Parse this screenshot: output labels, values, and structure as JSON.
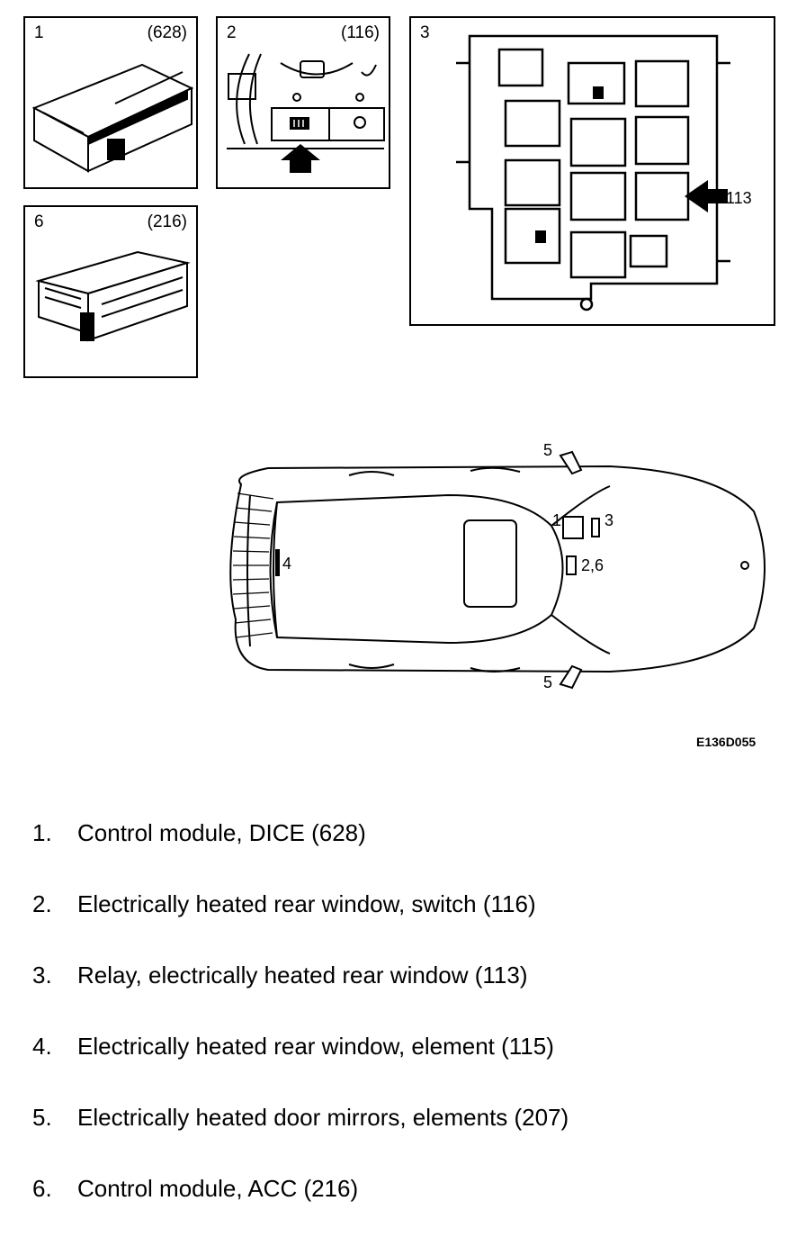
{
  "panels": [
    {
      "number": "1",
      "ref": "(628)"
    },
    {
      "number": "2",
      "ref": "(116)"
    },
    {
      "number": "3",
      "ref": ""
    },
    {
      "number": "6",
      "ref": "(216)"
    }
  ],
  "relay_callout": "113",
  "car_callouts": {
    "mirror_left": "5",
    "mirror_right": "5",
    "dice": "1",
    "relay": "3",
    "switch_acc": "2,6",
    "rear_window": "4"
  },
  "figure_code": "E136D055",
  "legend": [
    {
      "num": "1.",
      "text": "Control module, DICE (628)"
    },
    {
      "num": "2.",
      "text": "Electrically heated rear window, switch (116)"
    },
    {
      "num": "3.",
      "text": "Relay, electrically heated rear window (113)"
    },
    {
      "num": "4.",
      "text": "Electrically heated rear window, element (115)"
    },
    {
      "num": "5.",
      "text": "Electrically heated door mirrors, elements (207)"
    },
    {
      "num": "6.",
      "text": "Control module, ACC (216)"
    }
  ]
}
